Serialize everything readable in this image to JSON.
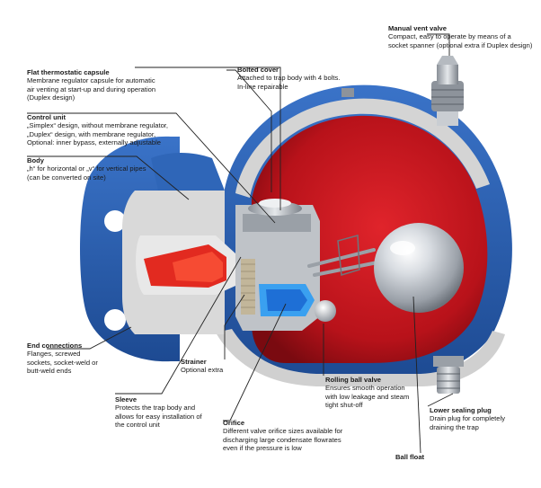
{
  "colors": {
    "body_blue": "#2a5fb0",
    "body_blue_dark": "#1b3f80",
    "cut_face": "#d8d8d8",
    "interior_red": "#c8141c",
    "interior_red_dark": "#8c0c12",
    "float_silver": "#c8ccd2",
    "leader": "#222222"
  },
  "labels": {
    "manual_vent_valve": {
      "title": "Manual vent valve",
      "lines": [
        "Compact, easy to operate by means of a",
        "socket spanner (optional extra if Duplex design)"
      ]
    },
    "flat_thermostatic_capsule": {
      "title": "Flat thermostatic capsule",
      "lines": [
        "Membrane regulator capsule for automatic",
        "air venting at start-up and during operation",
        "(Duplex design)"
      ]
    },
    "bolted_cover": {
      "title": "Bolted cover",
      "lines": [
        "Attached to trap body with 4 bolts.",
        "In-line repairable"
      ]
    },
    "control_unit": {
      "title": "Control unit",
      "lines": [
        "„Simplex“ design, without membrane regulator,",
        "„Duplex“ design, with membrane regulator,",
        "Optional: inner bypass, externally adjustable"
      ]
    },
    "body": {
      "title": "Body",
      "lines": [
        "„h“ for horizontal or „v“ for vertical pipes",
        "(can be converted on site)"
      ]
    },
    "end_connections": {
      "title": "End connections",
      "lines": [
        "Flanges, screwed",
        "sockets, socket-weld or",
        "butt-weld ends"
      ]
    },
    "strainer": {
      "title": "Strainer",
      "lines": [
        "Optional extra"
      ]
    },
    "rolling_ball_valve": {
      "title": "Rolling ball valve",
      "lines": [
        "Ensures smooth operation",
        "with low leakage and steam",
        "tight shut-off"
      ]
    },
    "sleeve": {
      "title": "Sleeve",
      "lines": [
        "Protects the trap body and",
        "allows for easy installation of",
        "the control unit"
      ]
    },
    "orifice": {
      "title": "Orifice",
      "lines": [
        "Different valve orifice sizes available for",
        "discharging large condensate flowrates",
        "even if the pressure is low"
      ]
    },
    "lower_sealing_plug": {
      "title": "Lower sealing plug",
      "lines": [
        "Drain plug for completely",
        "draining the trap"
      ]
    },
    "ball_float": {
      "title": "Ball float",
      "lines": []
    }
  }
}
